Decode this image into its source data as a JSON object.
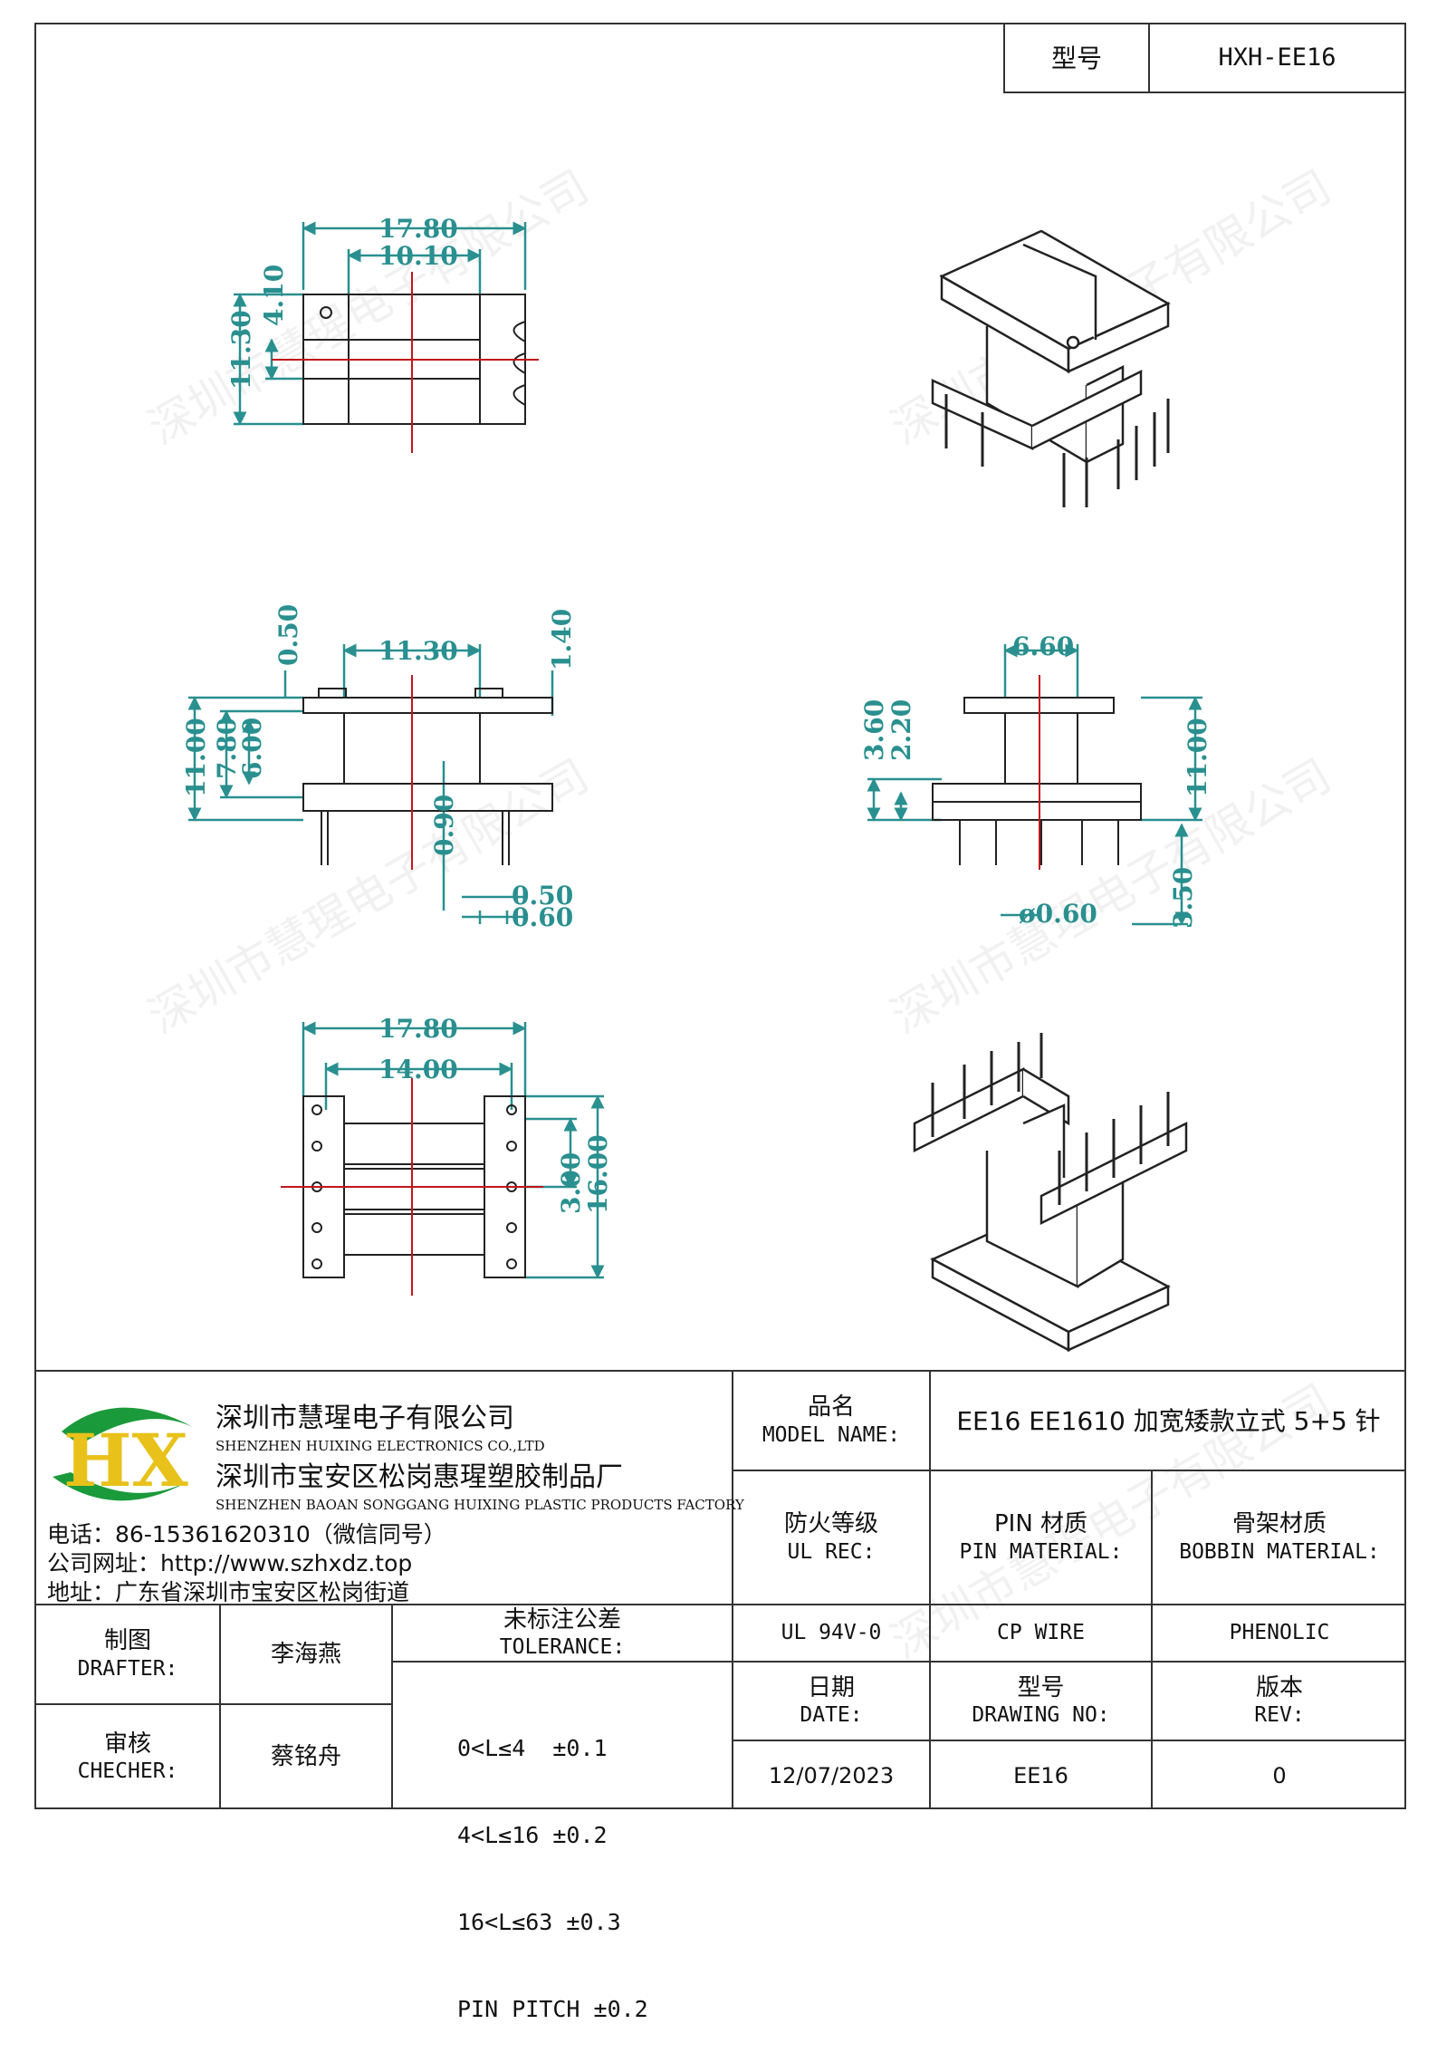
{
  "header": {
    "model_label": "型号",
    "model_value": "HXH-EE16"
  },
  "drawing": {
    "views": {
      "top": {
        "dim_outer_w": "17.80",
        "dim_inner_w": "10.10",
        "dim_hole": "4.10",
        "dim_h": "11.30"
      },
      "front": {
        "dim_w": "11.30",
        "dim_top": "0.50",
        "dim_right": "1.40",
        "dim_h": "11.00",
        "dim_mid": "7.80",
        "dim_inner": "6.00",
        "dim_pin": "0.90",
        "dim_a": "0.50",
        "dim_b": "0.60"
      },
      "side": {
        "dim_w": "6.60",
        "dim_a": "3.60",
        "dim_b": "2.20",
        "dim_h": "11.00",
        "dim_pin": "3.50",
        "dim_dia": "ø0.60"
      },
      "bottom": {
        "dim_outer": "17.80",
        "dim_inner": "14.00",
        "dim_pitch": "3.00",
        "dim_h": "16.00"
      }
    }
  },
  "watermark": "深圳市慧瑆电子有限公司",
  "company": {
    "name_cn": "深圳市慧瑆电子有限公司",
    "name_en": "SHENZHEN HUIXING ELECTRONICS CO.,LTD",
    "factory_cn": "深圳市宝安区松岗惠瑆塑胶制品厂",
    "factory_en": "SHENZHEN BAOAN SONGGANG HUIXING PLASTIC PRODUCTS FACTORY",
    "phone": "电话：86-15361620310（微信同号）",
    "website": "公司网址：http://www.szhxdz.top",
    "address": "地址：广东省深圳市宝安区松岗街道",
    "logo_text": "HX",
    "colors": {
      "green": "#1a9a3a",
      "yellow": "#e8c21a",
      "line": "#2a8f8f",
      "center": "#c0161c"
    }
  },
  "title_block": {
    "model_name_cn": "品名",
    "model_name_en": "MODEL NAME:",
    "model_name_value": "EE16 EE1610 加宽矮款立式 5+5 针",
    "ul_cn": "防火等级",
    "ul_en": "UL REC:",
    "pin_cn": "PIN 材质",
    "pin_en": "PIN MATERIAL:",
    "bobbin_cn": "骨架材质",
    "bobbin_en": "BOBBIN MATERIAL:",
    "ul_value": "UL 94V-0",
    "pin_value": "CP WIRE",
    "bobbin_value": "PHENOLIC",
    "drafter_cn": "制图",
    "drafter_en": "DRAFTER:",
    "drafter_value": "李海燕",
    "checker_cn": "审核",
    "checker_en": "CHECHER:",
    "checker_value": "蔡铭舟",
    "tol_cn": "未标注公差",
    "tol_en": "TOLERANCE:",
    "tolerances": [
      "0<L≤4  ±0.1",
      "4<L≤16 ±0.2",
      "16<L≤63 ±0.3",
      "PIN PITCH ±0.2"
    ],
    "date_cn": "日期",
    "date_en": "DATE:",
    "dwg_cn": "型号",
    "dwg_en": "DRAWING NO:",
    "rev_cn": "版本",
    "rev_en": "REV:",
    "date_value": "12/07/2023",
    "dwg_value": "EE16",
    "rev_value": "0"
  }
}
